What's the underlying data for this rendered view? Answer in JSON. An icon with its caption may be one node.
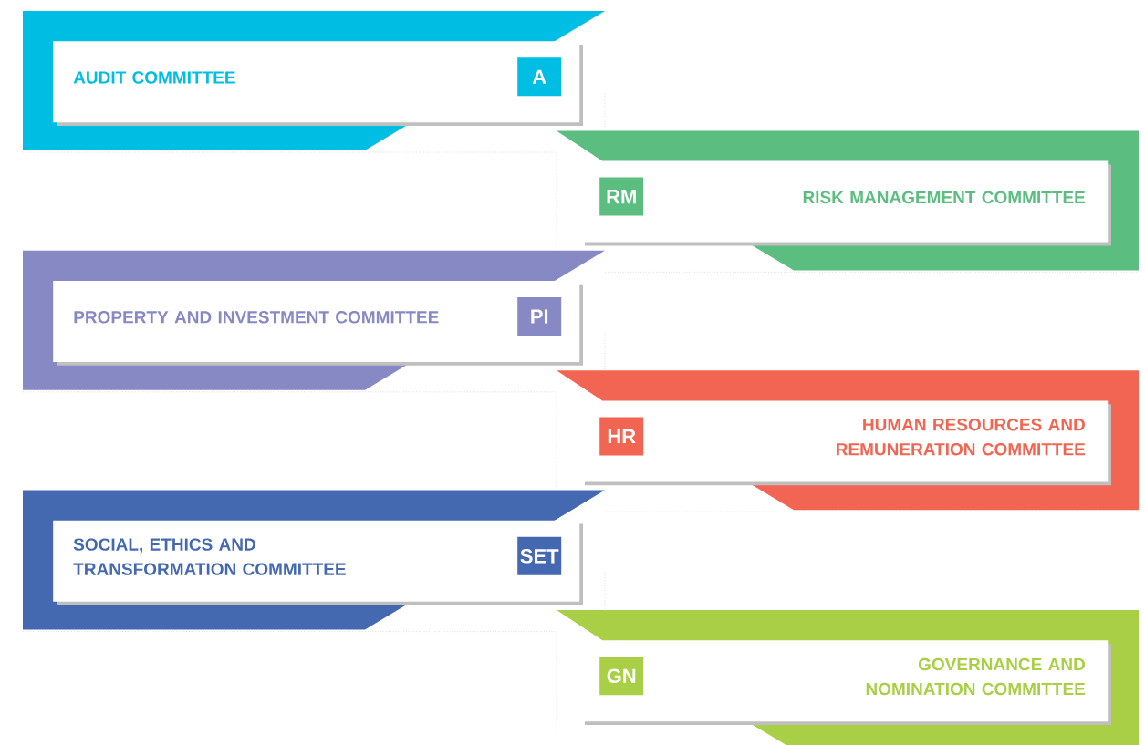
{
  "diagram": {
    "nodes": [
      {
        "text": [
          "AUDIT COMMITTEE"
        ]
      },
      {
        "text": [
          "A"
        ],
        "in": 0
      },
      {
        "text": [
          "RISK MANAGEMENT COMMITTEE"
        ]
      },
      {
        "text": [
          "RM"
        ],
        "in": 2
      },
      {
        "text": [
          "PROPERTY AND INVESTMENT COMMITTEE"
        ]
      },
      {
        "text": [
          "PI"
        ],
        "in": 4
      },
      {
        "text": [
          "HUMAN RESOURCES AND REMUNERATION COMMITTEE"
        ]
      },
      {
        "text": [
          "HR"
        ],
        "in": 6
      },
      {
        "text": [
          "SOCIAL, ETHICS AND TRANSFORMATION COMMITTEE"
        ]
      },
      {
        "text": [
          "SET"
        ],
        "in": 8
      },
      {
        "text": [
          "GOVERNANCE AND NOMINATION COMMITTEE"
        ]
      },
      {
        "text": [
          "GN"
        ],
        "in": 10
      }
    ]
  }
}
